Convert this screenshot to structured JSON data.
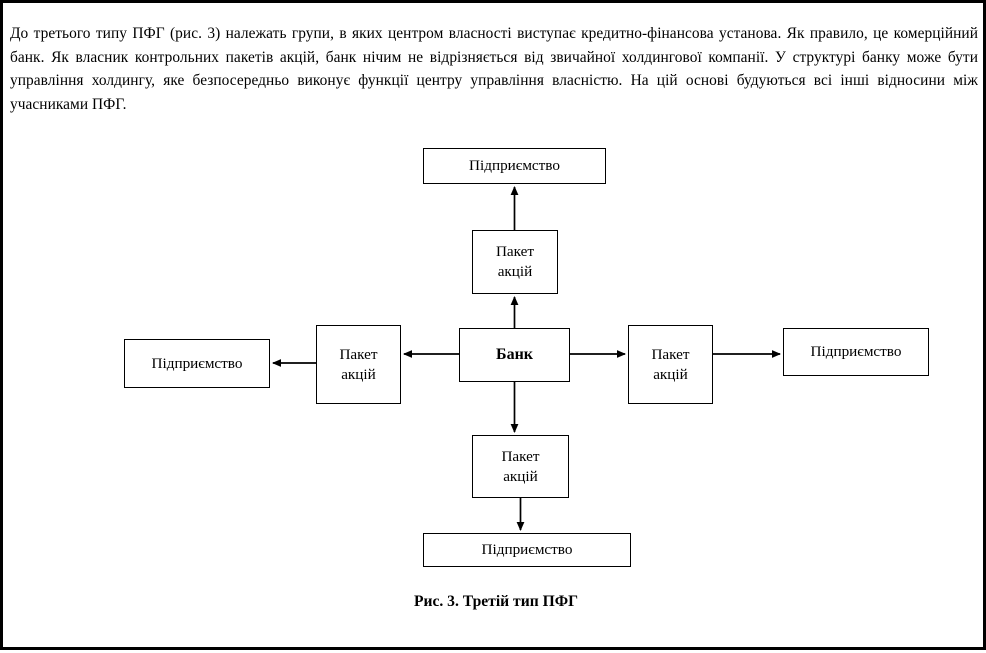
{
  "document": {
    "paragraph": "До третього типу ПФГ (рис. 3) належать групи, в яких центром власності виступає кредитно-фінансова установа. Як правило, це комерційний банк. Як власник контрольних пакетів акцій, банк нічим не відрізняється від звичайної холдингової компанії. У структурі банку може бути управління холдингу, яке безпосередньо виконує функції центру управління власністю. На цій основі будуються всі інші відносини між учасниками ПФГ.",
    "figure_caption": "Рис. 3. Третій тип ПФГ"
  },
  "diagram": {
    "title": "Рис. 3. Третій тип ПФГ",
    "center_node": {
      "id": "bank",
      "label": "Банк",
      "bold": true
    },
    "nodes": [
      {
        "id": "top-enterprise",
        "label": "Підприємство",
        "position": "top"
      },
      {
        "id": "upper-shares",
        "label": "Пакет\nакцій",
        "line1": "Пакет",
        "line2": "акцій",
        "position": "top-middle"
      },
      {
        "id": "left-enterprise",
        "label": "Підприємство",
        "position": "left"
      },
      {
        "id": "left-shares",
        "label": "Пакет\nакцій",
        "line1": "Пакет",
        "line2": "акцій",
        "position": "left-middle"
      },
      {
        "id": "bank",
        "label": "Банк",
        "position": "center"
      },
      {
        "id": "right-shares",
        "label": "Пакет\nакцій",
        "line1": "Пакет",
        "line2": "акцій",
        "position": "right-middle"
      },
      {
        "id": "right-enterprise",
        "label": "Підприємство",
        "position": "right"
      },
      {
        "id": "lower-shares",
        "label": "Пакет\nакцій",
        "line1": "Пакет",
        "line2": "акцій",
        "position": "bottom-middle"
      },
      {
        "id": "bottom-enterprise",
        "label": "Підприємство",
        "position": "bottom"
      }
    ],
    "edges": [
      {
        "from": "bank",
        "to": "upper-shares",
        "direction": "up",
        "arrow": "single"
      },
      {
        "from": "upper-shares",
        "to": "top-enterprise",
        "direction": "up",
        "arrow": "single"
      },
      {
        "from": "bank",
        "to": "left-shares",
        "direction": "left",
        "arrow": "single"
      },
      {
        "from": "left-shares",
        "to": "left-enterprise",
        "direction": "left",
        "arrow": "single"
      },
      {
        "from": "bank",
        "to": "right-shares",
        "direction": "right",
        "arrow": "single"
      },
      {
        "from": "right-shares",
        "to": "right-enterprise",
        "direction": "right",
        "arrow": "single"
      },
      {
        "from": "bank",
        "to": "lower-shares",
        "direction": "down",
        "arrow": "single"
      },
      {
        "from": "lower-shares",
        "to": "bottom-enterprise",
        "direction": "down",
        "arrow": "single"
      }
    ],
    "colors": {
      "stroke": "#000000",
      "fill": "#ffffff",
      "text": "#000000"
    }
  }
}
